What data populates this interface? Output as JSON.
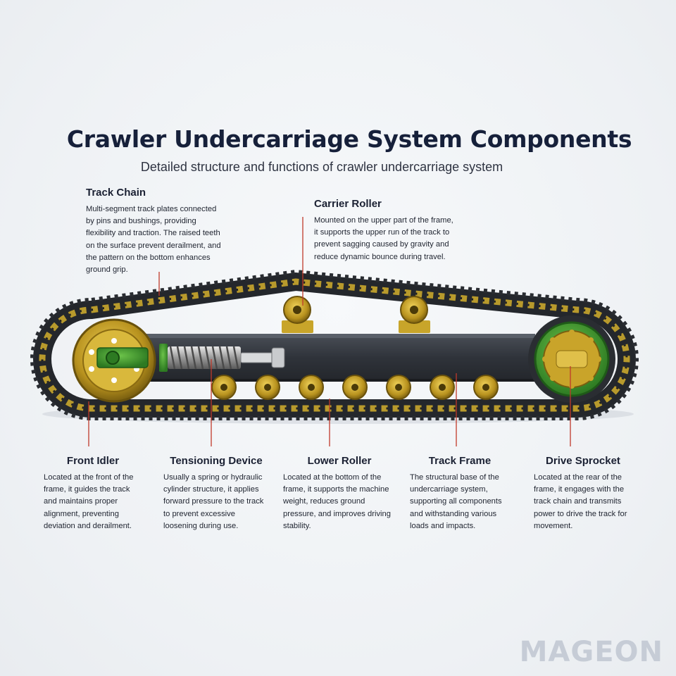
{
  "header": {
    "title": "Crawler Undercarriage System Components",
    "subtitle": "Detailed structure and functions of crawler undercarriage system"
  },
  "components": {
    "track_chain": {
      "name": "Track Chain",
      "description": "Multi-segment track plates connected by pins and bushings, providing flexibility and traction. The raised teeth on the surface prevent derailment, and the pattern on the bottom enhances ground grip."
    },
    "carrier_roller": {
      "name": "Carrier Roller",
      "description": "Mounted on the upper part of the frame, it supports the upper run of the track to prevent sagging caused by gravity and reduce dynamic bounce during travel."
    },
    "front_idler": {
      "name": "Front Idler",
      "description": "Located at the front of the frame, it guides the track and maintains proper alignment, preventing deviation and derailment."
    },
    "tensioning_device": {
      "name": "Tensioning Device",
      "description": "Usually a spring or hydraulic cylinder structure, it applies forward pressure to the track to prevent excessive loosening during use."
    },
    "lower_roller": {
      "name": "Lower Roller",
      "description": "Located at the bottom of the frame, it supports the machine weight, reduces ground pressure, and improves driving stability."
    },
    "track_frame": {
      "name": "Track Frame",
      "description": "The structural base of the undercarriage system, supporting all components and withstanding various loads and impacts."
    },
    "drive_sprocket": {
      "name": "Drive Sprocket",
      "description": "Located at the rear of the frame, it engages with the track chain and transmits power to drive the track for movement."
    }
  },
  "brand": {
    "logo_text": "MAGEON"
  },
  "colors": {
    "leader_line": "#c0392b",
    "track_dark": "#2b2e33",
    "link_gold": "#b89a2c",
    "frame": "#30343b",
    "accent_green": "#3a9a2e"
  }
}
